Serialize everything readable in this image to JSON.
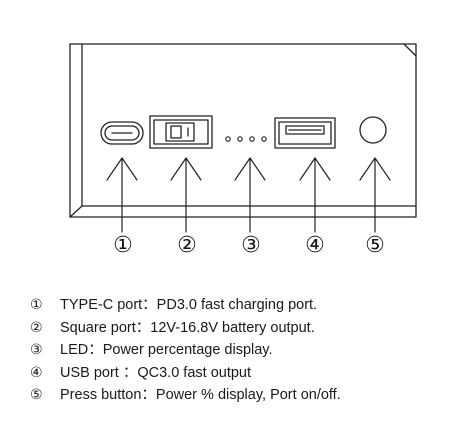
{
  "callouts": [
    "①",
    "②",
    "③",
    "④",
    "⑤"
  ],
  "legend": [
    {
      "num": "①",
      "text": "TYPE-C port：PD3.0 fast charging port."
    },
    {
      "num": "②",
      "text": "Square port：12V-16.8V battery output."
    },
    {
      "num": "③",
      "text": "LED：Power percentage display."
    },
    {
      "num": "④",
      "text": "USB port ：QC3.0 fast output"
    },
    {
      "num": "⑤",
      "text": "Press button：Power % display, Port on/off."
    }
  ]
}
